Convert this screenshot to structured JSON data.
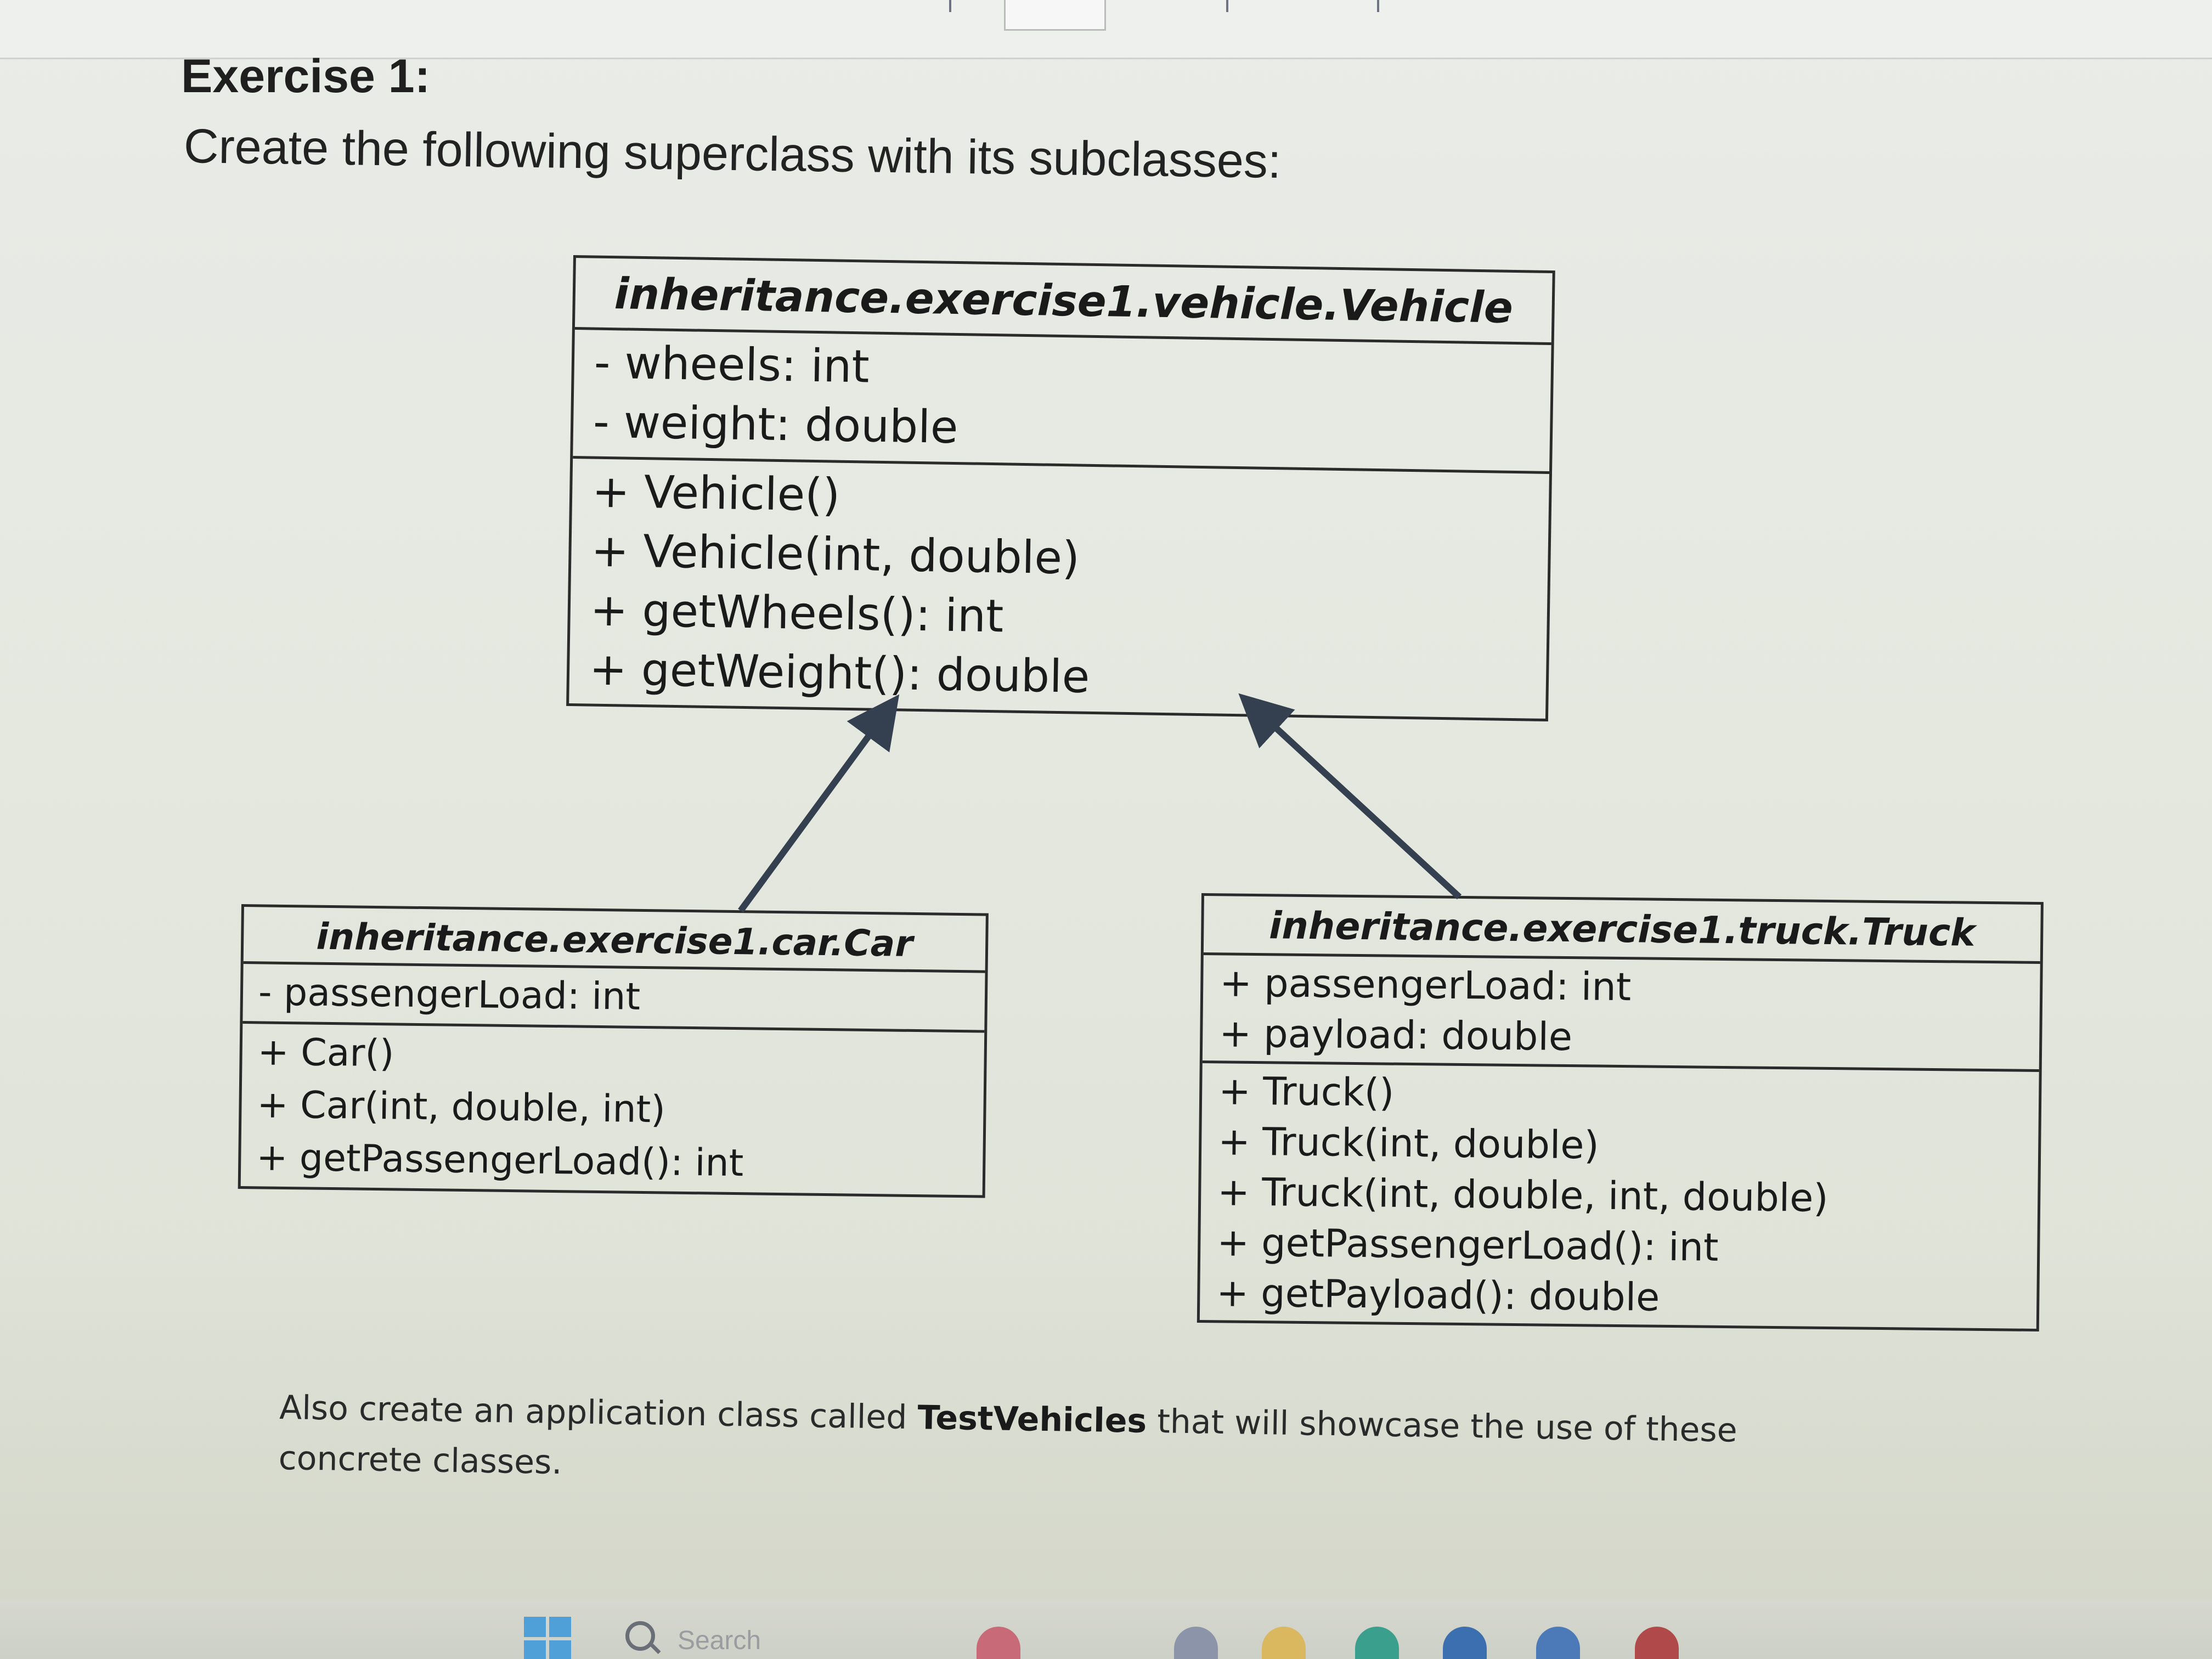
{
  "heading": "Exercise 1:",
  "instruction": "Create the following superclass with its subclasses:",
  "vehicle": {
    "title": "inheritance.exercise1.vehicle.Vehicle",
    "fields": [
      "- wheels: int",
      "- weight: double"
    ],
    "methods": [
      "+ Vehicle()",
      "+ Vehicle(int, double)",
      "+ getWheels(): int",
      "+ getWeight(): double"
    ]
  },
  "car": {
    "title": "inheritance.exercise1.car.Car",
    "fields": [
      "- passengerLoad: int"
    ],
    "methods": [
      "+ Car()",
      "+ Car(int, double, int)",
      "+ getPassengerLoad(): int"
    ]
  },
  "truck": {
    "title": "inheritance.exercise1.truck.Truck",
    "fields": [
      "+ passengerLoad: int",
      "+ payload: double"
    ],
    "methods": [
      "+ Truck()",
      "+ Truck(int, double)",
      "+ Truck(int, double, int, double)",
      "+ getPassengerLoad(): int",
      "+ getPayload(): double"
    ]
  },
  "footer": {
    "prefix": "Also create an application class called",
    "class_name": "TestVehicles",
    "suffix": "that will showcase the use of these concrete classes."
  },
  "taskbar": {
    "search_label": "Search"
  },
  "colors": {
    "line": "#2b2b2b",
    "arrow": "#34404f",
    "start": "#4f9fd8"
  }
}
